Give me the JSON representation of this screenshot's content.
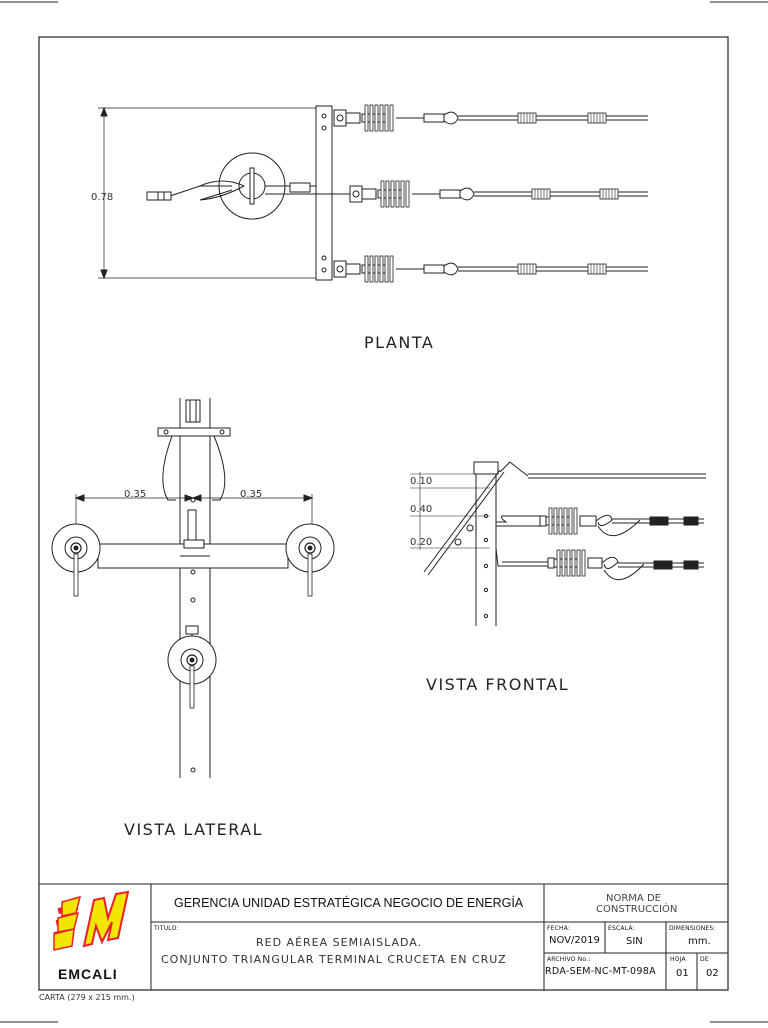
{
  "views": {
    "plan": {
      "title": "PLANTA",
      "dimension": "0.78"
    },
    "lateral": {
      "title": "VISTA LATERAL",
      "dim_left": "0.35",
      "dim_right": "0.35"
    },
    "frontal": {
      "title": "VISTA FRONTAL",
      "dim_1": "0.10",
      "dim_2": "0.40",
      "dim_3": "0.20"
    }
  },
  "title_block": {
    "company": "GERENCIA UNIDAD ESTRATÉGICA NEGOCIO DE ENERGÍA",
    "logo_text": "EMCALI",
    "norm_line1": "NORMA DE",
    "norm_line2": "CONSTRUCCIÓN",
    "titulo_label": "TITULO:",
    "title_line1": "RED AÉREA SEMIAISLADA.",
    "title_line2": "CONJUNTO TRIANGULAR TERMINAL CRUCETA EN CRUZ",
    "fecha_label": "FECHA:",
    "fecha_value": "NOV/2019",
    "escala_label": "ESCALA:",
    "escala_value": "SIN",
    "dimensiones_label": "DIMENSIONES:",
    "dimensiones_value": "mm.",
    "archivo_label": "ARCHIVO No.:",
    "archivo_value": "RDA-SEM-NC-MT-098A",
    "hoja_label": "HOJA",
    "hoja_value": "01",
    "de_label": "DE",
    "de_value": "02"
  },
  "paper_note": "CARTA (279 x 215 mm.)",
  "colors": {
    "line": "#222222",
    "logo_yellow": "#f2e600",
    "logo_red": "#e8202a"
  }
}
